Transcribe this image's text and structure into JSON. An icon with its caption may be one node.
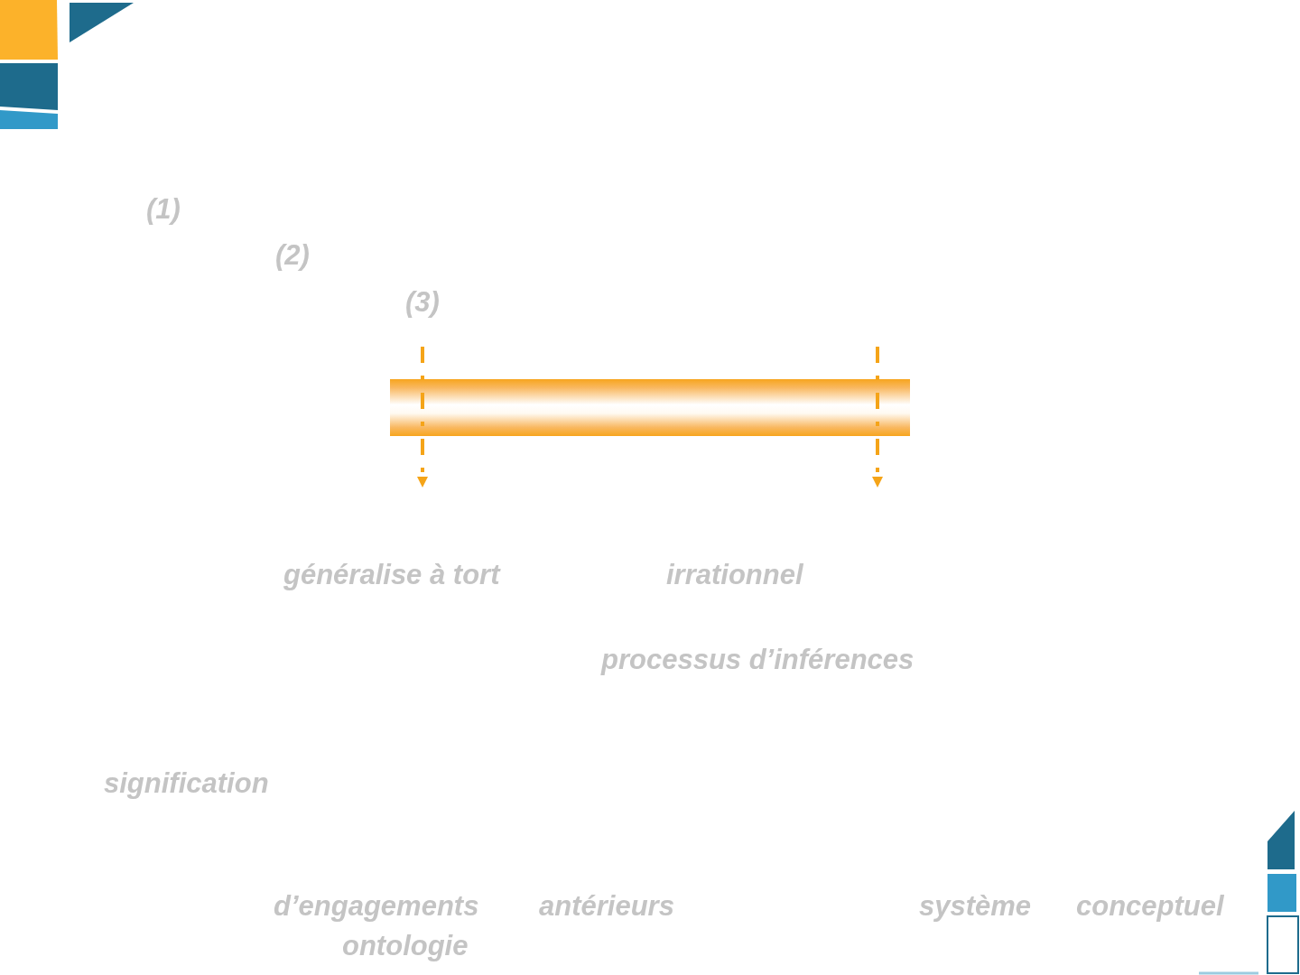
{
  "diagram": {
    "nodes": [
      {
        "text": [],
        "shape": "bar"
      }
    ],
    "labels": [
      "(1)",
      "(2)",
      "(3)",
      "généralise à tort",
      "irrationnel",
      "processus d’inférences",
      "signification",
      "d’engagements",
      "antérieurs",
      "système",
      "conceptuel",
      "ontologie"
    ]
  }
}
